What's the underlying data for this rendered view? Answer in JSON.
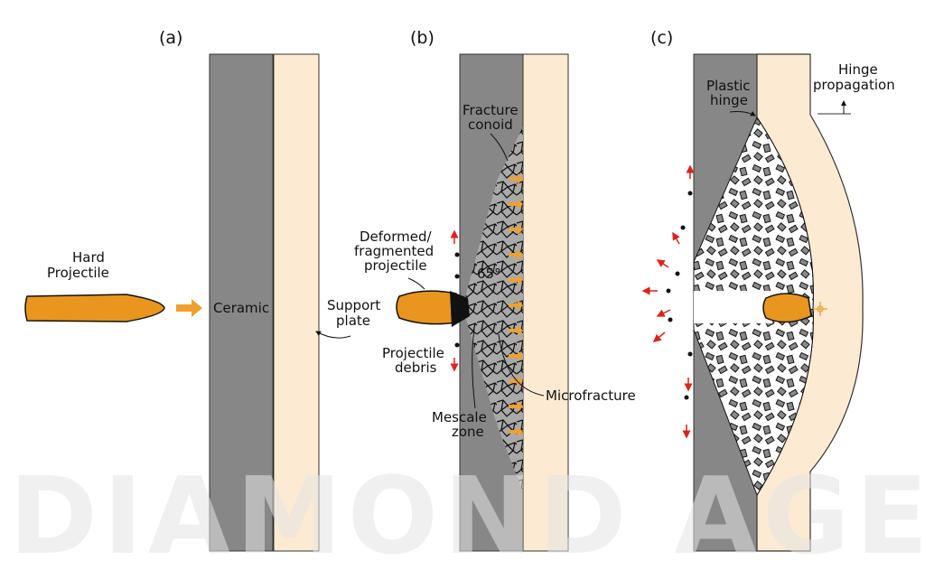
{
  "watermark": "DIAMOND AGE",
  "colors": {
    "ceramic": "#878787",
    "support": "#fcebd2",
    "projectile": "#e8961e",
    "arrow_red": "#e0201b",
    "crack": "#111111"
  },
  "panels": {
    "a": {
      "label": "(a)",
      "projectile_line1": "Hard",
      "projectile_line2": "Projectile",
      "ceramic": "Ceramic",
      "support_line1": "Support",
      "support_line2": "plate"
    },
    "b": {
      "label": "(b)",
      "fracture_line1": "Fracture",
      "fracture_line2": "conoid",
      "deformed_line1": "Deformed/",
      "deformed_line2": "fragmented",
      "deformed_line3": "projectile",
      "angle": "65°",
      "debris_line1": "Projectile",
      "debris_line2": "debris",
      "microfracture": "Microfracture",
      "mescale_line1": "Mescale",
      "mescale_line2": "zone"
    },
    "c": {
      "label": "(c)",
      "hinge_line1": "Plastic",
      "hinge_line2": "hinge",
      "propagation_line1": "Hinge",
      "propagation_line2": "propagation"
    }
  }
}
